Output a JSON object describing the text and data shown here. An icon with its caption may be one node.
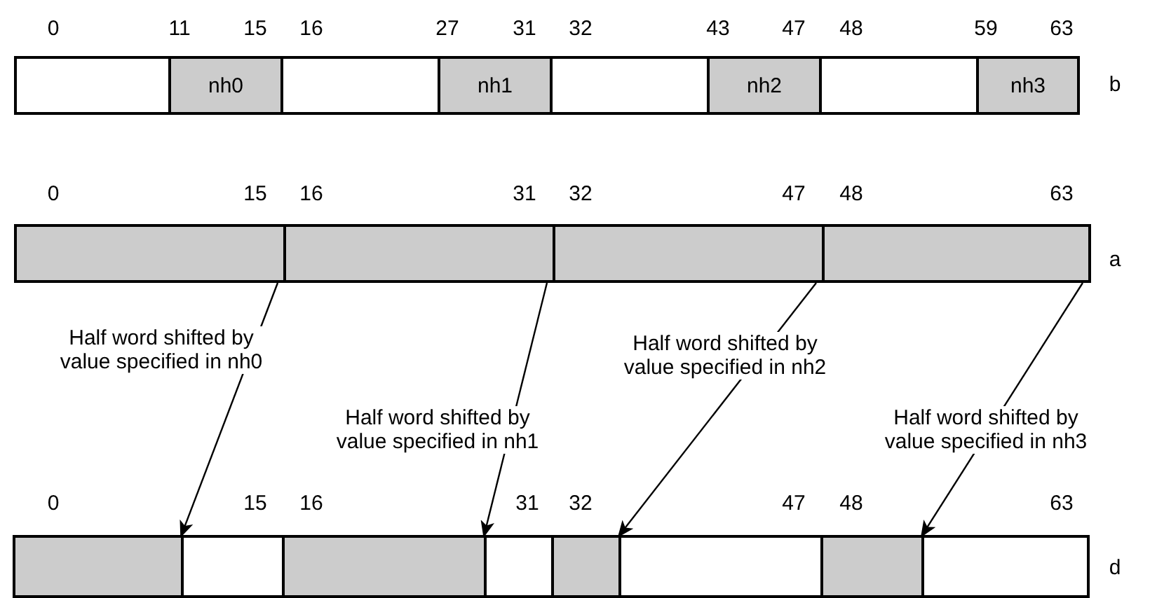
{
  "diagram": {
    "nodes": [
      {
        "text": [],
        "shape": "box"
      },
      {
        "text": [
          "nh0"
        ]
      },
      {
        "text": [],
        "shape": "box"
      },
      {
        "text": [
          "nh1"
        ]
      },
      {
        "text": [],
        "shape": "box"
      },
      {
        "text": [
          "nh2"
        ]
      },
      {
        "text": [],
        "shape": "box"
      },
      {
        "text": [
          "nh3"
        ]
      },
      {
        "text": [],
        "shape": "box"
      },
      {
        "text": [],
        "shape": "box"
      },
      {
        "text": [],
        "shape": "box"
      },
      {
        "text": [],
        "shape": "box"
      },
      {
        "text": [],
        "shape": "box"
      },
      {
        "text": [],
        "shape": "box"
      },
      {
        "text": [],
        "shape": "box"
      },
      {
        "text": [],
        "shape": "box"
      },
      {
        "text": [],
        "shape": "box"
      },
      {
        "text": [],
        "shape": "box"
      },
      {
        "text": [],
        "shape": "box"
      },
      {
        "text": [],
        "shape": "box"
      }
    ],
    "edges": [
      {
        "from": 8,
        "to": 12,
        "arrow": "to",
        "label": "Half word shifted by value specified in nh0"
      },
      {
        "from": 9,
        "to": 14,
        "arrow": "to",
        "label": "Half word shifted by value specified in nh1"
      },
      {
        "from": 10,
        "to": 16,
        "arrow": "to",
        "label": "Half word shifted by value specified in nh2"
      },
      {
        "from": 11,
        "to": 18,
        "arrow": "to",
        "label": "Half word shifted by value specified in nh3"
      }
    ],
    "labels": [
      "0",
      "11",
      "15",
      "16",
      "27",
      "31",
      "32",
      "43",
      "47",
      "48",
      "59",
      "63",
      "b",
      "0",
      "15",
      "16",
      "31",
      "32",
      "47",
      "48",
      "63",
      "a",
      "0",
      "15",
      "16",
      "31",
      "32",
      "47",
      "48",
      "63",
      "d"
    ]
  }
}
